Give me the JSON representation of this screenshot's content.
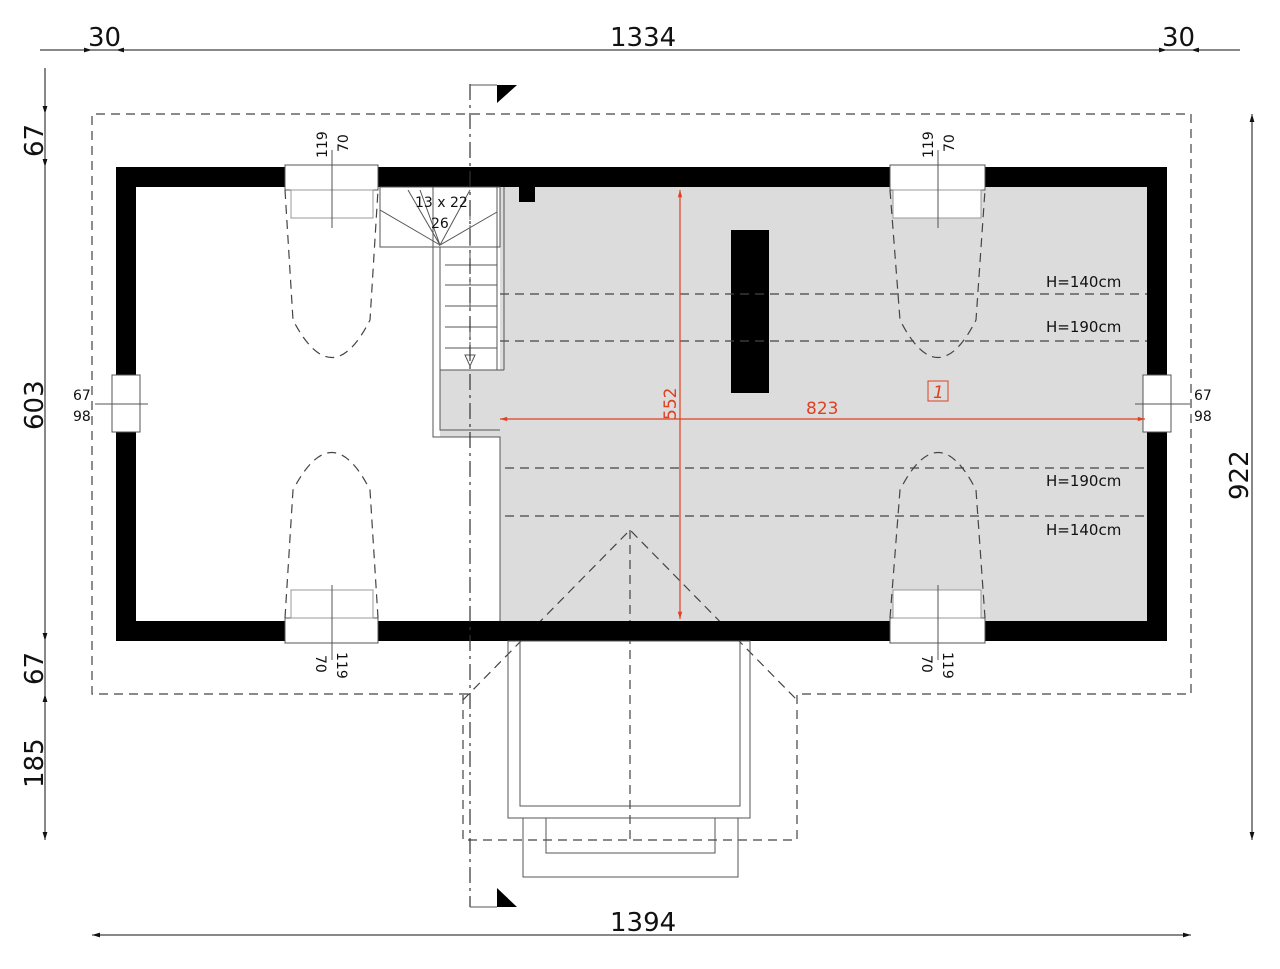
{
  "dimensions": {
    "top_left": "30",
    "top_middle": "1334",
    "top_right": "30",
    "bottom_total": "1394",
    "right_total": "922",
    "left_segments": [
      "67",
      "603",
      "67",
      "185"
    ]
  },
  "stairs": {
    "steps": "13 x 22",
    "width": "26"
  },
  "windows": {
    "top_left": [
      "119",
      "70"
    ],
    "top_right": [
      "119",
      "70"
    ],
    "bottom_left": [
      "70",
      "119"
    ],
    "bottom_right": [
      "70",
      "119"
    ],
    "side_left": [
      "67",
      "98"
    ],
    "side_right": [
      "67",
      "98"
    ]
  },
  "height_lines": [
    "H=140cm",
    "H=190cm",
    "H=190cm",
    "H=140cm"
  ],
  "room": {
    "number": "1",
    "width": "823",
    "depth": "552"
  },
  "colors": {
    "wall": "#000000",
    "floor": "#dcdcdc",
    "dimension_red": "#e04020"
  }
}
